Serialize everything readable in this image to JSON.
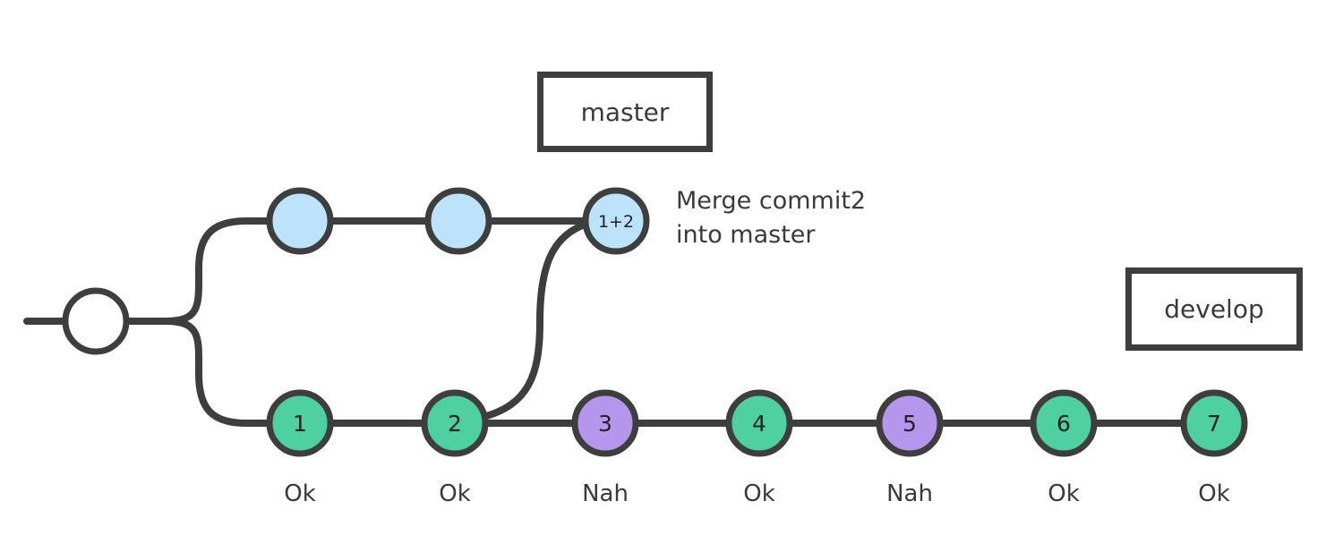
{
  "colors": {
    "line": "#3e3e3e",
    "master": "#bde3fb",
    "develop_ok": "#4fd0a0",
    "develop_nah": "#b497ec",
    "origin": "#ffffff"
  },
  "master": {
    "label": "master",
    "merge_node_label": "1+2",
    "merge_note": [
      "Merge commit2",
      "into master"
    ]
  },
  "develop": {
    "label": "develop",
    "commits": [
      {
        "label": "1",
        "status": "Ok"
      },
      {
        "label": "2",
        "status": "Ok"
      },
      {
        "label": "3",
        "status": "Nah"
      },
      {
        "label": "4",
        "status": "Ok"
      },
      {
        "label": "5",
        "status": "Nah"
      },
      {
        "label": "6",
        "status": "Ok"
      },
      {
        "label": "7",
        "status": "Ok"
      }
    ]
  }
}
